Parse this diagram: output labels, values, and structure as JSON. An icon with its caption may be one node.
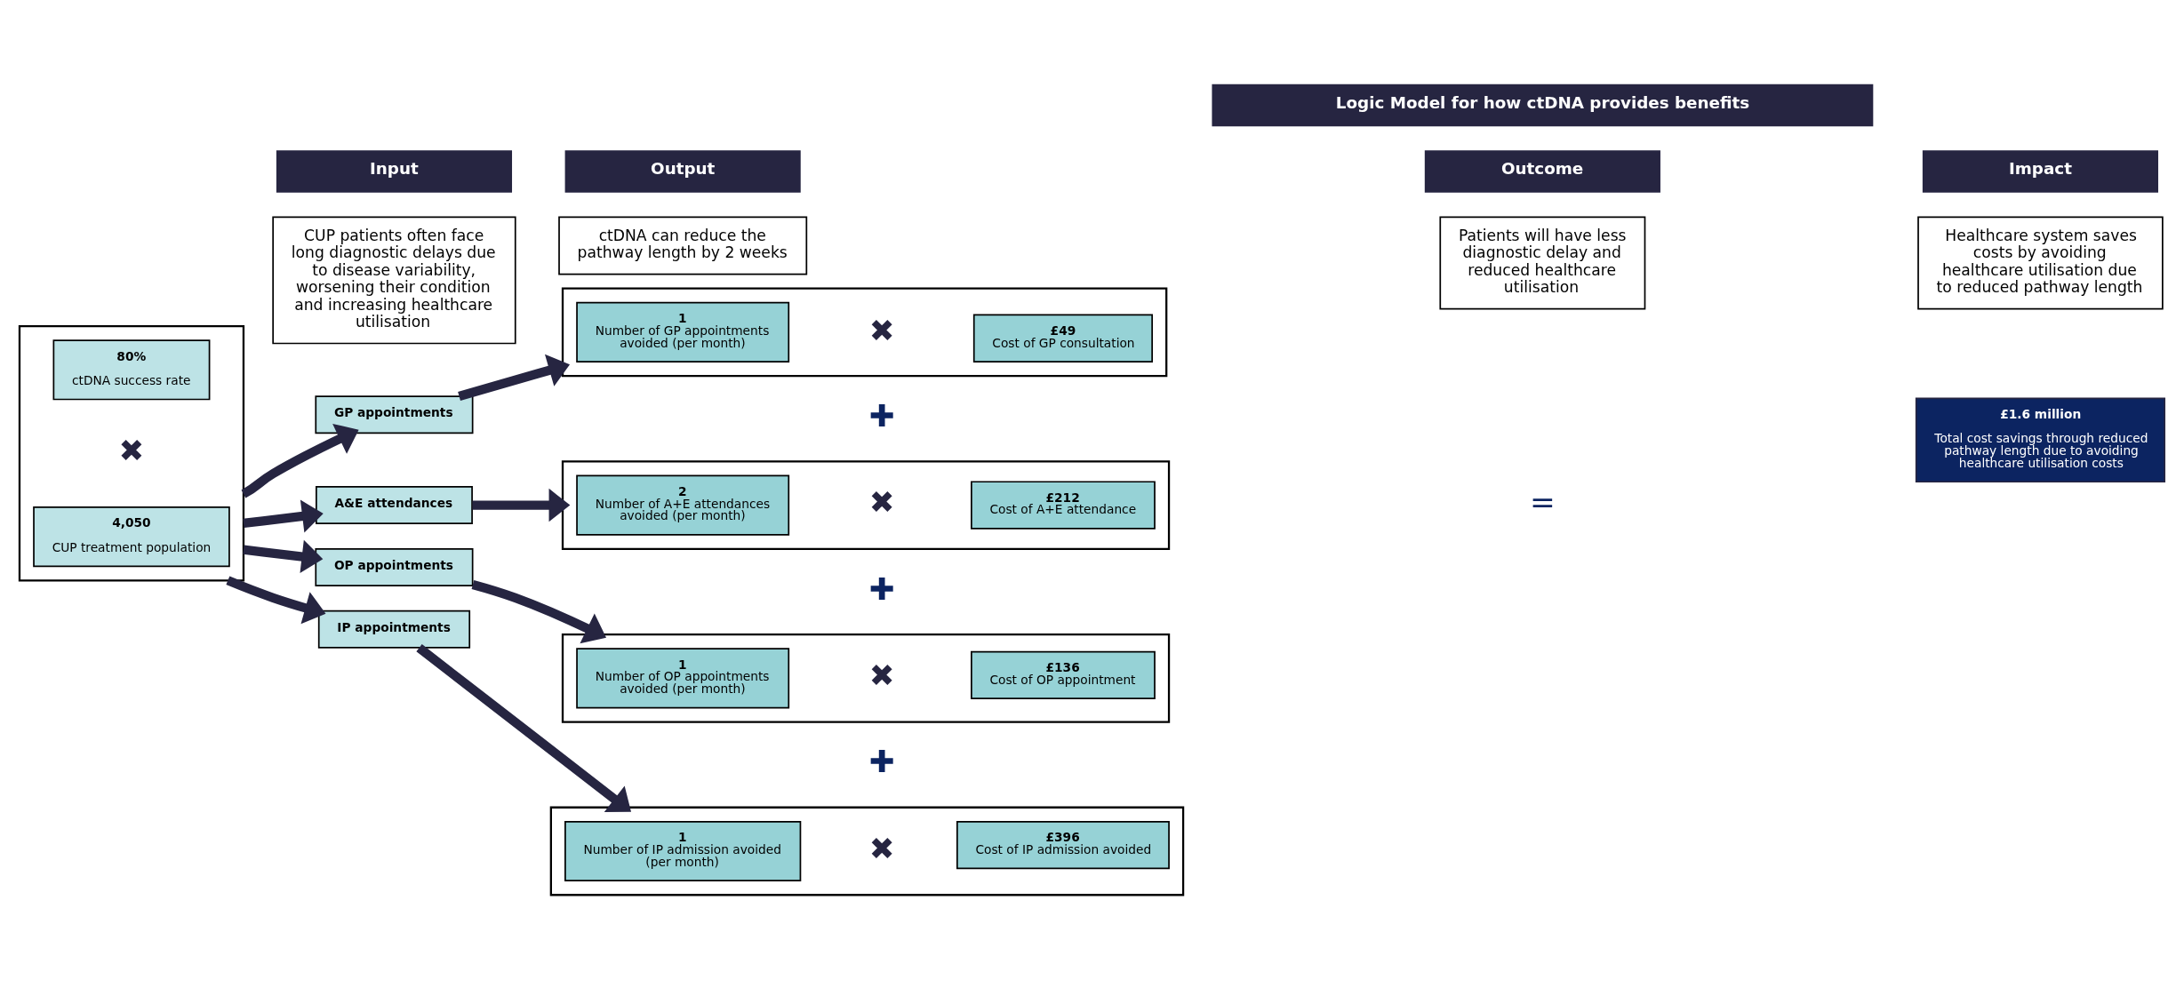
{
  "diagram": {
    "nodes": [
      {
        "text": [
          "Logic Model for how ctDNA provides benefits"
        ]
      },
      {
        "text": [
          "Input"
        ]
      },
      {
        "text": [
          "Output"
        ]
      },
      {
        "text": [
          "Outcome"
        ]
      },
      {
        "text": [
          "Impact"
        ]
      },
      {
        "text": [
          "CUP patients often face long diagnostic delays due to disease variability, worsening their condition and increasing healthcare utilisation"
        ]
      },
      {
        "text": [
          "ctDNA can reduce the pathway length by 2 weeks"
        ]
      },
      {
        "text": [
          "Patients will have less diagnostic delay and reduced healthcare utilisation"
        ]
      },
      {
        "text": [
          "Healthcare system saves costs by avoiding healthcare utilisation due to reduced pathway length"
        ]
      },
      {
        "text": [],
        "shape": "box"
      },
      {
        "text": [
          "4,050",
          "CUP treatment population"
        ],
        "in": 9
      },
      {
        "text": [
          "80%",
          "ctDNA success rate"
        ],
        "in": 9
      },
      {
        "text": [
          "GP appointments"
        ]
      },
      {
        "text": [
          "A&E attendances"
        ]
      },
      {
        "text": [
          "OP appointments"
        ]
      },
      {
        "text": [
          "IP appointments"
        ]
      },
      {
        "text": [],
        "shape": "box"
      },
      {
        "text": [
          "1",
          "Number of GP appointments avoided (per month)"
        ],
        "in": 16
      },
      {
        "text": [
          "£49",
          "Cost of GP consultation"
        ],
        "in": 16
      },
      {
        "text": [],
        "shape": "box"
      },
      {
        "text": [
          "2",
          "Number of A+E attendances avoided (per month)"
        ],
        "in": 19
      },
      {
        "text": [
          "£212",
          "Cost of A+E attendance"
        ],
        "in": 19
      },
      {
        "text": [],
        "shape": "box"
      },
      {
        "text": [
          "1",
          "Number of OP appointments avoided (per month)"
        ],
        "in": 22
      },
      {
        "text": [
          "£136",
          "Cost of OP appointment"
        ],
        "in": 22
      },
      {
        "text": [],
        "shape": "box"
      },
      {
        "text": [
          "1",
          "Number of IP admission avoided (per month)"
        ],
        "in": 25
      },
      {
        "text": [
          "£396",
          "Cost of IP admission avoided"
        ],
        "in": 25
      },
      {
        "text": [
          "£1.6 million",
          "Total cost savings through reduced pathway length due to avoiding healthcare utilisation costs"
        ]
      }
    ],
    "edges": [
      {
        "from": 9,
        "to": 12,
        "arrow": "to"
      },
      {
        "from": 9,
        "to": 13,
        "arrow": "to"
      },
      {
        "from": 9,
        "to": 14,
        "arrow": "to"
      },
      {
        "from": 9,
        "to": 15,
        "arrow": "to"
      },
      {
        "from": 12,
        "to": 16,
        "arrow": "to"
      },
      {
        "from": 13,
        "to": 19,
        "arrow": "to"
      },
      {
        "from": 14,
        "to": 22,
        "arrow": "to"
      },
      {
        "from": 15,
        "to": 25,
        "arrow": "to"
      }
    ],
    "labels": [
      "✖",
      "✖",
      "✚",
      "✖",
      "✚",
      "✖",
      "✚",
      "✖",
      "="
    ]
  }
}
